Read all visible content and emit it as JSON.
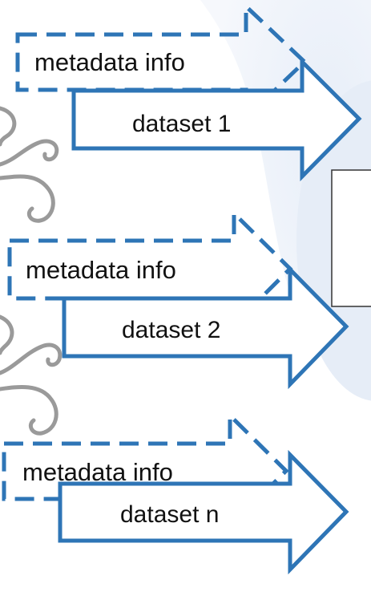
{
  "diagram": {
    "groups": [
      {
        "metadata_label": "metadata info",
        "dataset_label": "dataset 1"
      },
      {
        "metadata_label": "metadata info",
        "dataset_label": "dataset 2"
      },
      {
        "metadata_label": "metadata info",
        "dataset_label": "dataset n"
      }
    ],
    "colors": {
      "arrow_outline": "#2e75b6",
      "arrow_fill": "#ffffff",
      "background_blob": "#eef2f8",
      "swirl": "#9a9a9a",
      "box_outline": "#333333",
      "text": "#111111"
    }
  }
}
